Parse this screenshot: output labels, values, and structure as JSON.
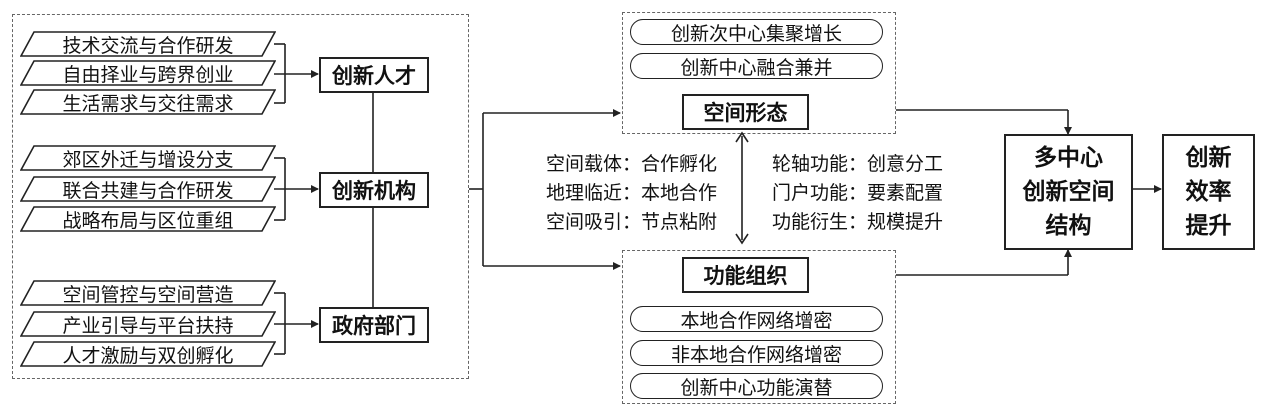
{
  "left_group": {
    "talent": {
      "title": "创新人才",
      "items": [
        "技术交流与合作研发",
        "自由择业与跨界创业",
        "生活需求与交往需求"
      ]
    },
    "institution": {
      "title": "创新机构",
      "items": [
        "郊区外迁与增设分支",
        "联合共建与合作研发",
        "战略布局与区位重组"
      ]
    },
    "government": {
      "title": "政府部门",
      "items": [
        "空间管控与空间营造",
        "产业引导与平台扶持",
        "人才激励与双创孵化"
      ]
    }
  },
  "spatial_form": {
    "title": "空间形态",
    "pills": [
      "创新次中心集聚增长",
      "创新中心融合兼并"
    ]
  },
  "function_org": {
    "title": "功能组织",
    "pills": [
      "本地合作网络增密",
      "非本地合作网络增密",
      "创新中心功能演替"
    ]
  },
  "interaction": {
    "left": [
      "空间载体：合作孵化",
      "地理临近：本地合作",
      "空间吸引：节点粘附"
    ],
    "right": [
      "轮轴功能：创意分工",
      "门户功能：要素配置",
      "功能衍生：规模提升"
    ]
  },
  "structure": {
    "title": [
      "多中心",
      "创新空间",
      "结构"
    ]
  },
  "efficiency": {
    "title": [
      "创新",
      "效率",
      "提升"
    ]
  }
}
